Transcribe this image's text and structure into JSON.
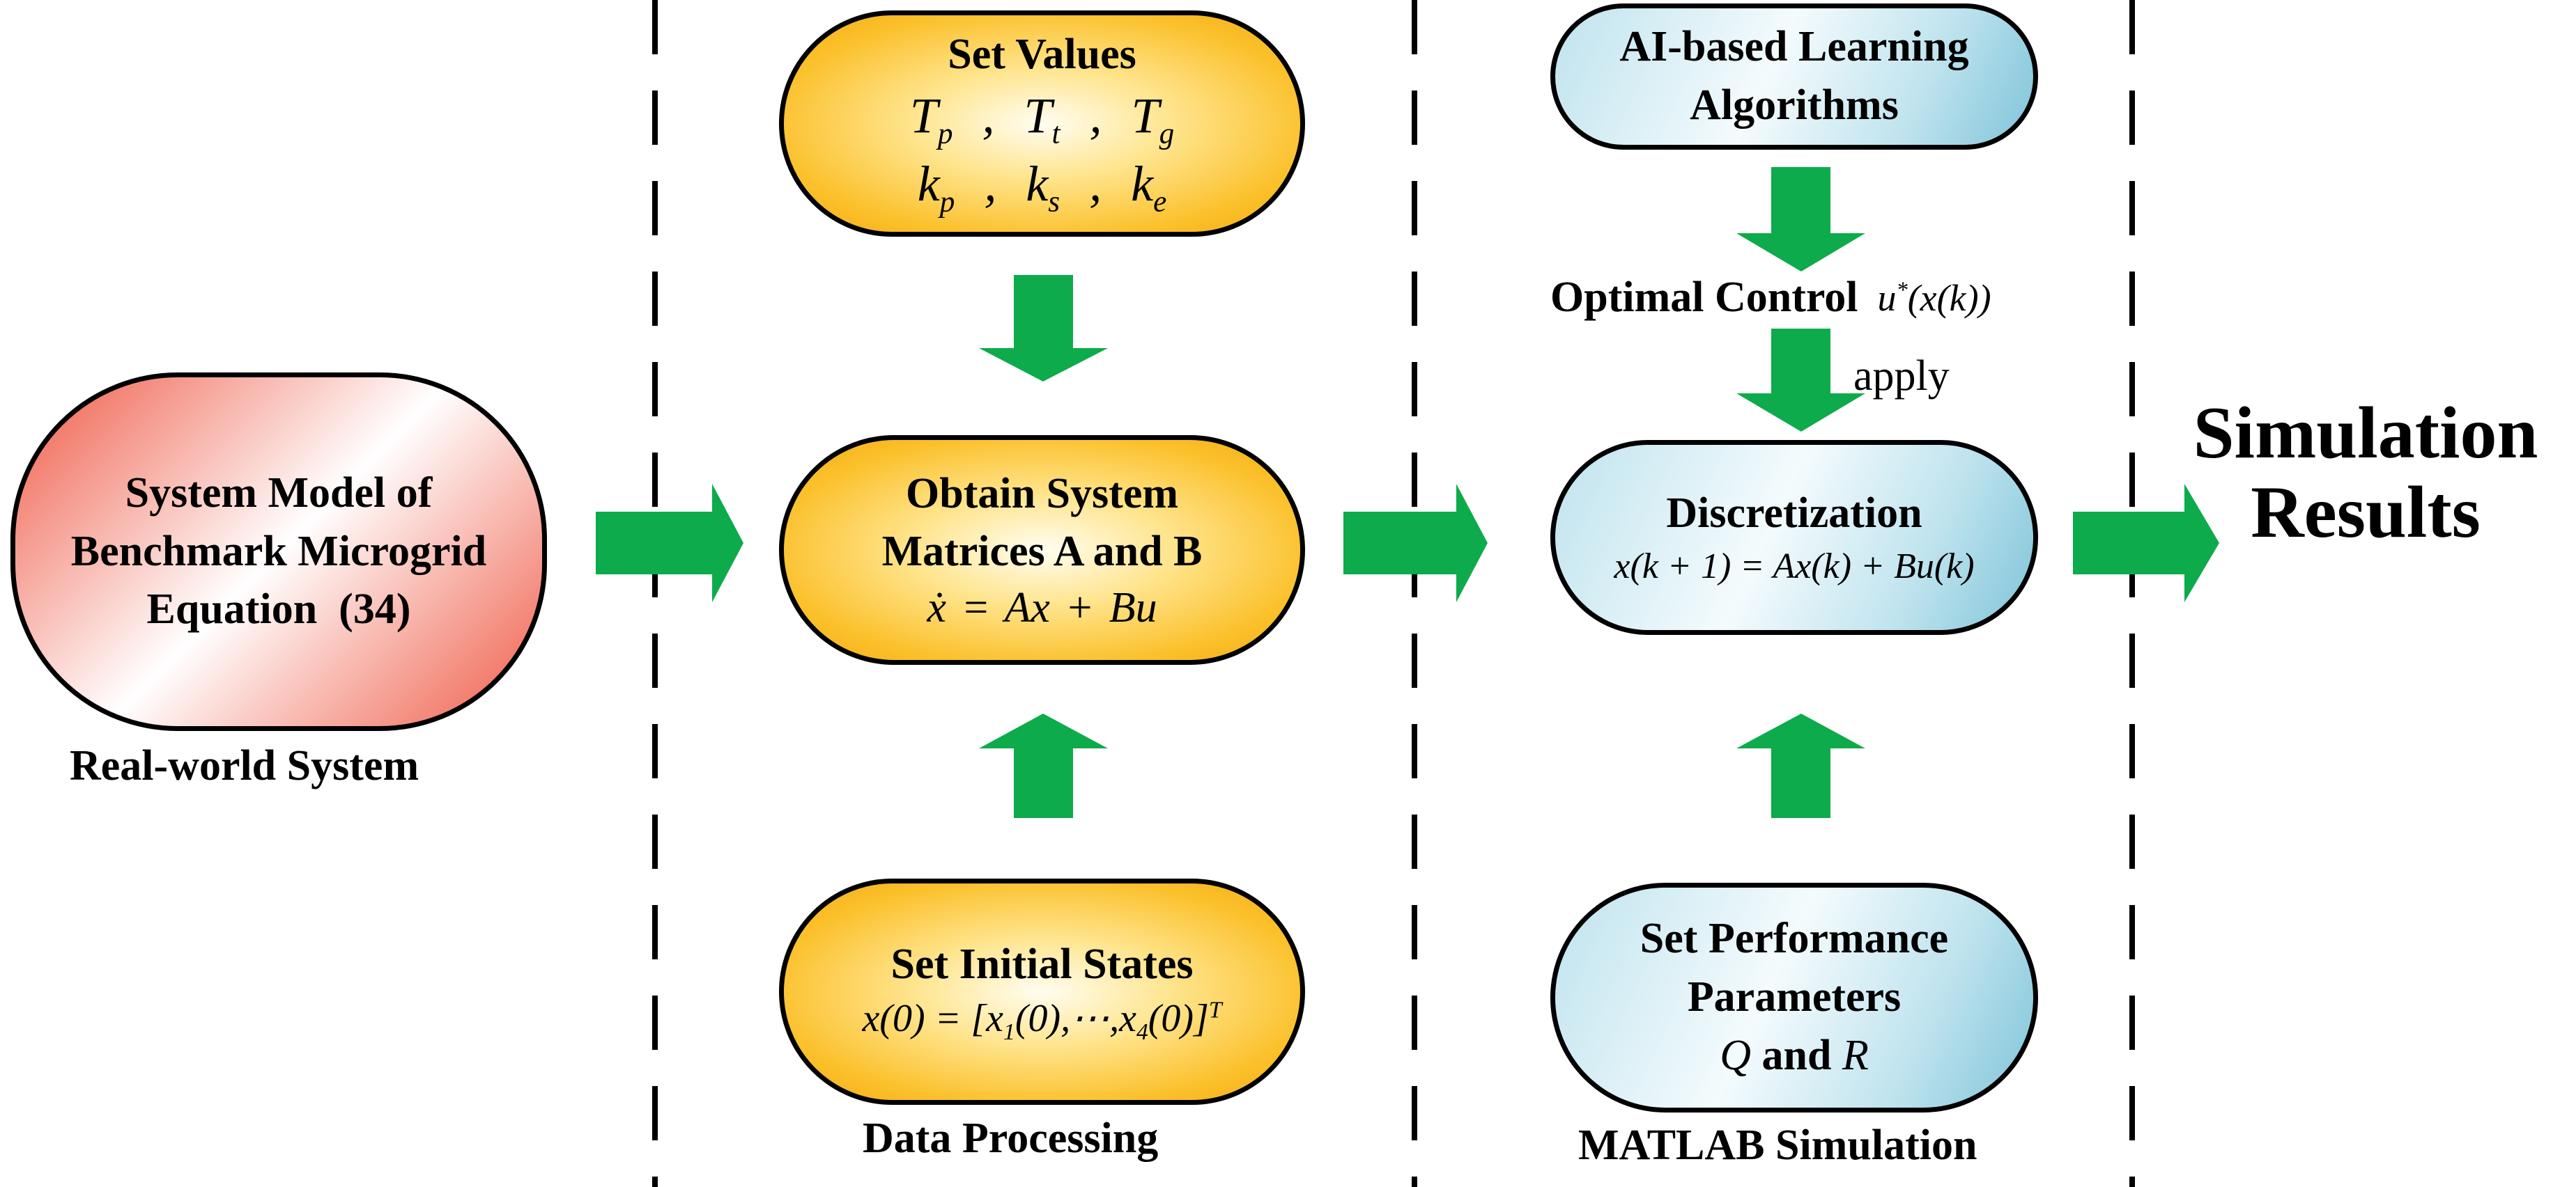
{
  "columns": {
    "real_world": {
      "caption": "Real-world System",
      "model_line1": "System Model of",
      "model_line2": "Benchmark Microgrid",
      "model_line3": "Equation  (34)"
    },
    "data_processing": {
      "caption": "Data Processing",
      "set_values": {
        "title": "Set Values",
        "row1": [
          "Tp",
          "Tt",
          "Tg"
        ],
        "row2": [
          "kp",
          "ks",
          "ke"
        ]
      },
      "system_matrices": {
        "line1": "Obtain System",
        "line2": "Matrices A and B",
        "equation": "ẋ = Ax + Bu"
      },
      "initial_states": {
        "title": "Set Initial States",
        "equation": "x(0) = [x1(0),⋯,x4(0)]T"
      }
    },
    "matlab": {
      "caption": "MATLAB Simulation",
      "learning": {
        "line1": "AI-based Learning",
        "line2": "Algorithms"
      },
      "optimal_control": {
        "label": "Optimal Control",
        "expr": "u*(x(k))"
      },
      "apply_label": "apply",
      "discretization": {
        "title": "Discretization",
        "equation": "x(k + 1) = Ax(k) + Bu(k)"
      },
      "performance": {
        "line1": "Set Performance",
        "line2": "Parameters",
        "line3_q": "Q",
        "line3_and": "and",
        "line3_r": "R"
      }
    }
  },
  "output": {
    "line1": "Simulation",
    "line2": "Results"
  },
  "colors": {
    "arrow_green": "#0dab4b",
    "divider": "#000000",
    "yellow_box": "#fbc02a",
    "blue_box": "#bfe3ee",
    "red_box": "#ef5a46"
  }
}
